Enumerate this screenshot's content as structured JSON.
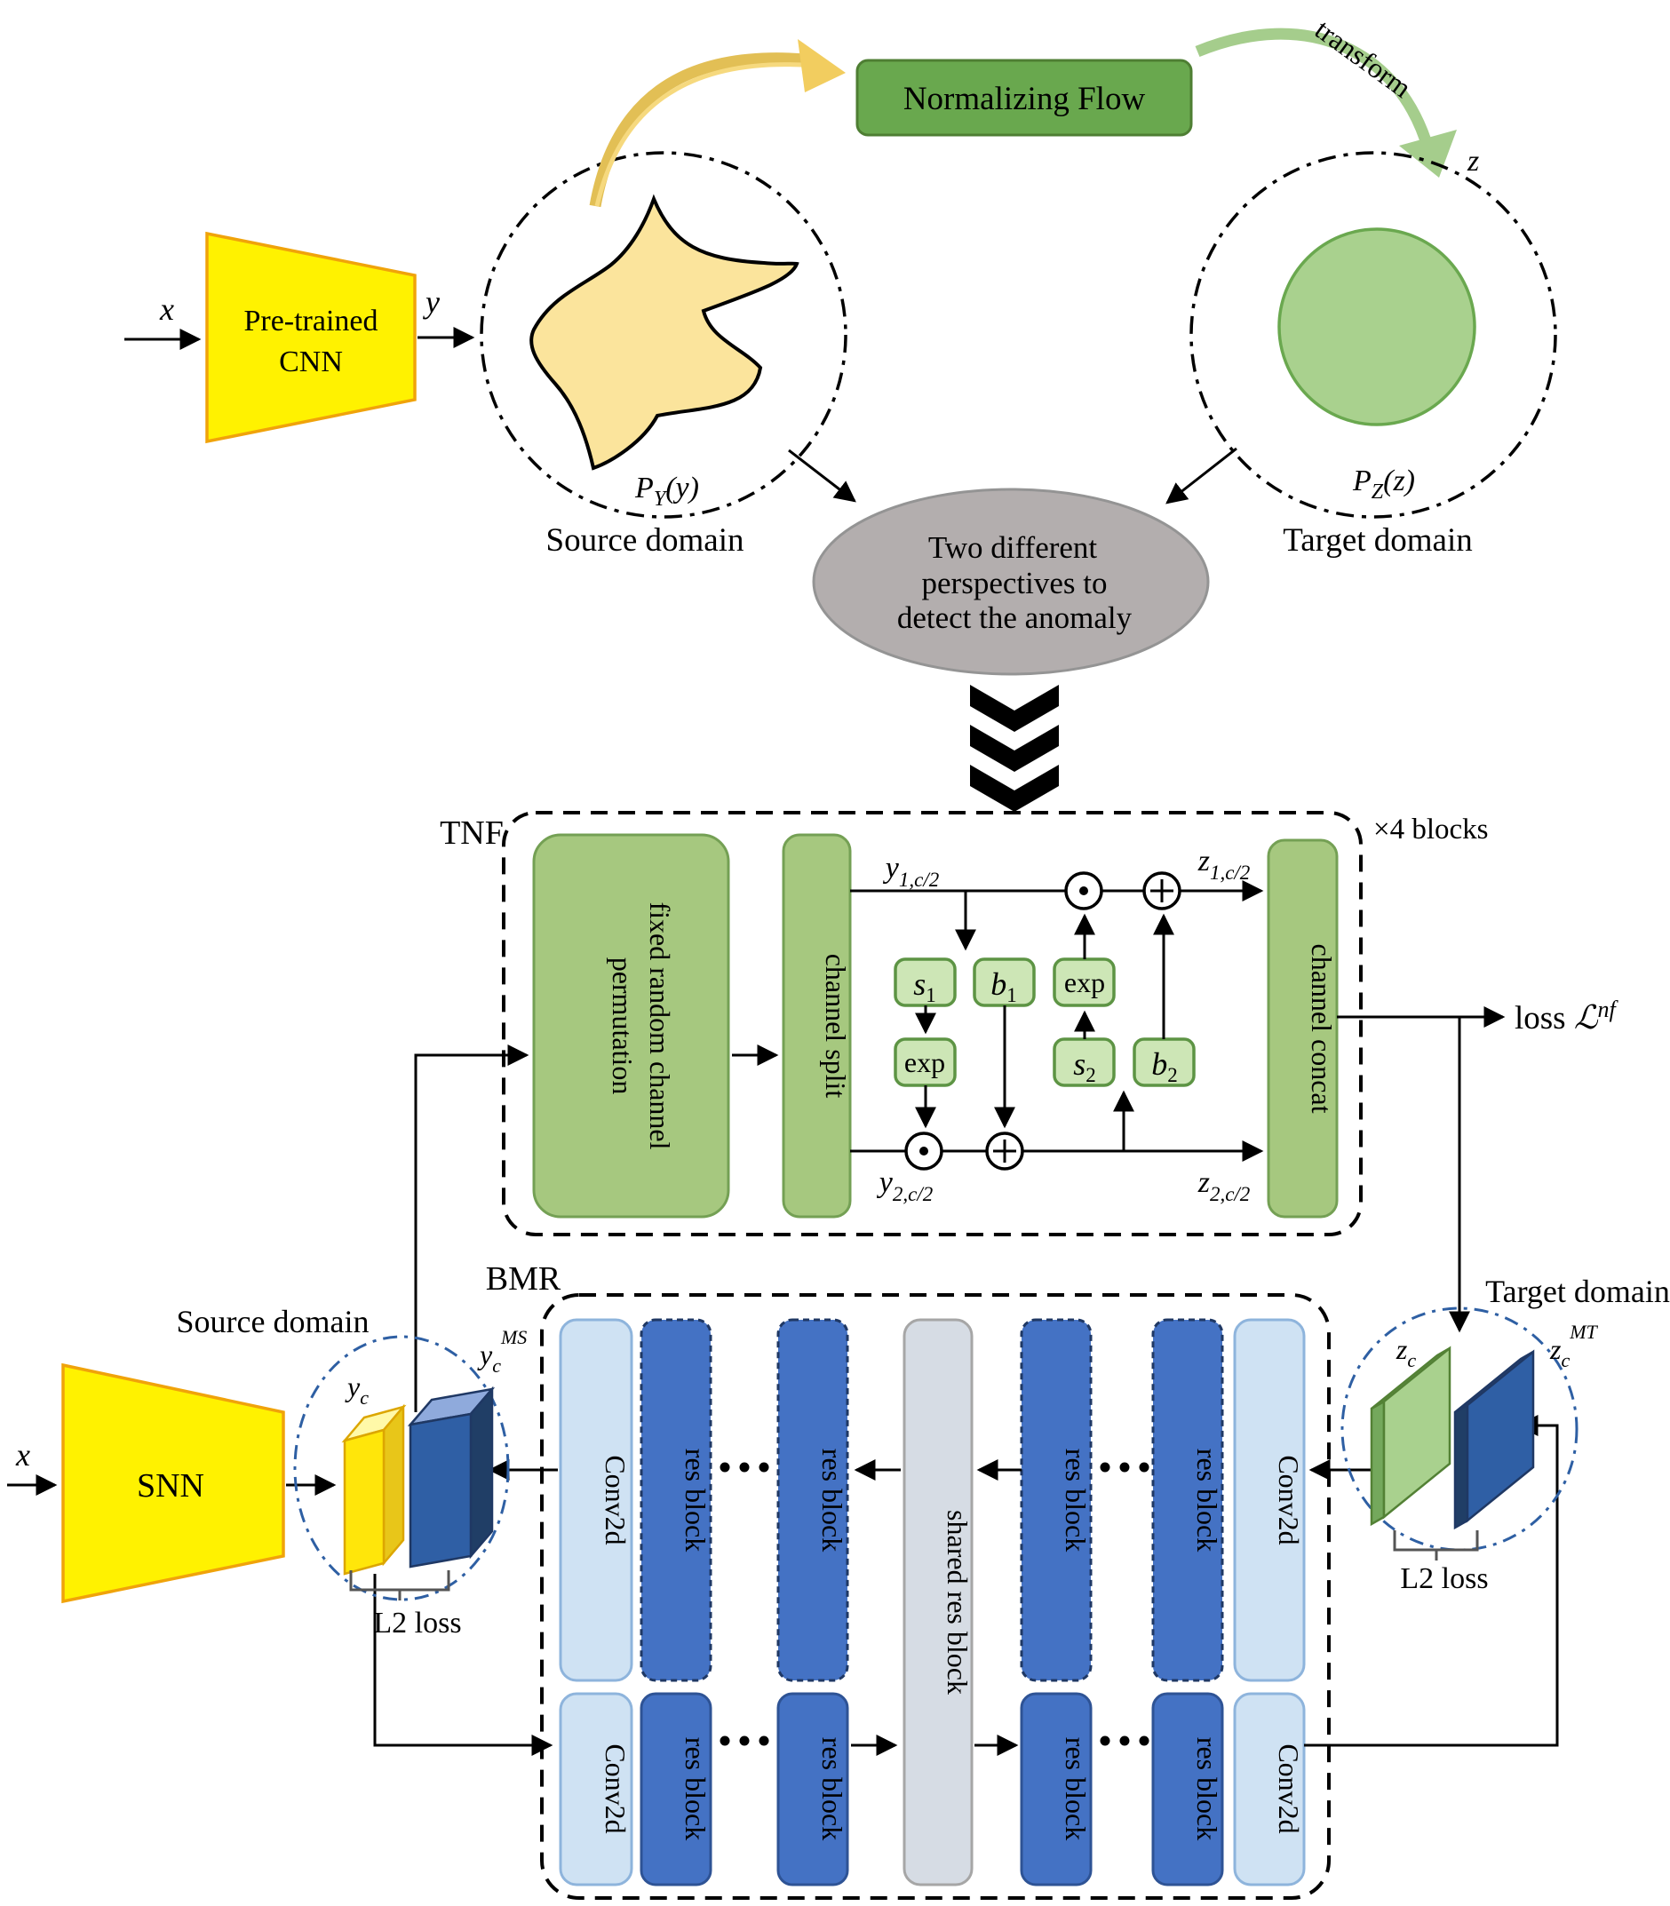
{
  "colors": {
    "green_box": "#69a84e",
    "green_light": "#a6c87f",
    "green_pale": "#cde6b6",
    "blue_res": "#4472c4",
    "blue_conv": "#cfe2f3",
    "shared_gray": "#d6dce4",
    "yellow_shape": "#fff200",
    "yellow_blob": "#fbe49c",
    "gray_ellipse": "#b3aeae",
    "slab_blue": "#2f5fa5",
    "slab_green": "#a9d18e",
    "arc_yellow": "#e2bf55",
    "arc_green": "#a5cd8c",
    "domain_circle_blue": "#2e5fa3"
  },
  "top": {
    "x": "x",
    "y": "y",
    "cnn1": "Pre-trained",
    "cnn2": "CNN",
    "nf": "Normalizing Flow",
    "transform": "transform",
    "z": "z",
    "py_base": "P",
    "py_sub": "Y",
    "py_rest": "(y)",
    "pz_base": "P",
    "pz_sub": "Z",
    "pz_rest": "(z)",
    "source_caption": "Source domain",
    "target_caption": "Target domain",
    "ell1": "Two different",
    "ell2": "perspectives to",
    "ell3": "detect the anomaly"
  },
  "tnf": {
    "title": "TNF",
    "blocks": "×4 blocks",
    "perm1": "fixed random channel",
    "perm2": "permutation",
    "split": "channel split",
    "concat": "channel concat",
    "exp": "exp",
    "s_base": "s",
    "b_base": "b",
    "sub1": "1",
    "sub2": "2",
    "y1_base": "y",
    "y1_sub": "1,c/2",
    "y2_base": "y",
    "y2_sub": "2,c/2",
    "z1_base": "z",
    "z1_sub": "1,c/2",
    "z2_base": "z",
    "z2_sub": "2,c/2",
    "loss_prefix": "loss ",
    "loss_base": "ℒ",
    "loss_sup": "nf"
  },
  "bmr": {
    "title": "BMR",
    "conv": "Conv2d",
    "res": "res block",
    "shared": "shared res block",
    "x": "x",
    "snn": "SNN",
    "source_caption": "Source domain",
    "target_caption": "Target domain",
    "l2": "L2 loss",
    "yc_base": "y",
    "yc_sub": "c",
    "ycms_base": "y",
    "ycms_sub": "c",
    "ycms_sup": "MS",
    "zc_base": "z",
    "zc_sub": "c",
    "zcmt_base": "z",
    "zcmt_sub": "c",
    "zcmt_sup": "MT"
  }
}
